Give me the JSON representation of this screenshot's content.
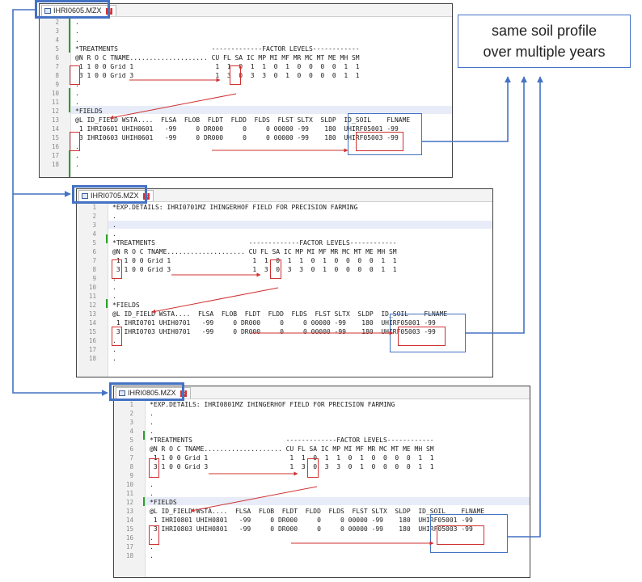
{
  "note": {
    "line1": "same soil profile",
    "line2": "over multiple years"
  },
  "windows": [
    {
      "tab": "IHRI0605.MZX",
      "lines": [
        "2",
        "3",
        "4",
        "5",
        "6",
        "7",
        "8",
        "9",
        "10",
        "11",
        "12",
        "13",
        "14",
        "15",
        "16",
        "17",
        "18"
      ],
      "code": [
        ".",
        ".",
        ".",
        "*TREATMENTS                        -------------FACTOR LEVELS------------",
        "@N R O C TNAME.................... CU FL SA IC MP MI MF MR MC MT ME MH SM",
        " 1 1 0 0 Grid 1                     1  1  0  1  1  0  1  0  0  0  0  1  1",
        " 3 1 0 0 Grid 3                     1  3  0  3  3  0  1  0  0  0  0  1  1",
        ".",
        ".",
        ".",
        "*FIELDS",
        "@L ID_FIELD WSTA....  FLSA  FLOB  FLDT  FLDD  FLDS  FLST SLTX  SLDP  ID_SOIL    FLNAME",
        " 1 IHRI0601 UHIH0601   -99     0 DR000     0     0 00000 -99    180  UHIRF05001 -99",
        " 3 IHRI0603 UHIH0601   -99     0 DR000     0     0 00000 -99    180  UHIRF05003 -99",
        ".",
        ".",
        "."
      ]
    },
    {
      "tab": "IHRI0705.MZX",
      "lines": [
        "1",
        "2",
        "3",
        "4",
        "5",
        "6",
        "7",
        "8",
        "9",
        "10",
        "11",
        "12",
        "13",
        "14",
        "15",
        "16",
        "17",
        "18"
      ],
      "code": [
        "*EXP.DETAILS: IHRI0701MZ IHINGERHOF FIELD FOR PRECISION FARMING",
        ".",
        ".",
        ".",
        "*TREATMENTS                        -------------FACTOR LEVELS------------",
        "@N R O C TNAME.................... CU FL SA IC MP MI MF MR MC MT ME MH SM",
        " 1 1 0 0 Grid 1                     1  1  0  1  1  0  1  0  0  0  0  1  1",
        " 3 1 0 0 Grid 3                     1  3  0  3  3  0  1  0  0  0  0  1  1",
        ".",
        ".",
        ".",
        "*FIELDS",
        "@L ID_FIELD WSTA....  FLSA  FLOB  FLDT  FLDD  FLDS  FLST SLTX  SLDP  ID_SOIL    FLNAME",
        " 1 IHRI0701 UHIH0701   -99     0 DR000     0     0 00000 -99    180  UHIRF05001 -99",
        " 3 IHRI0703 UHIH0701   -99     0 DR000     0     0 00000 -99    180  UHIRF05003 -99",
        ".",
        ".",
        "."
      ]
    },
    {
      "tab": "IHRI0805.MZX",
      "lines": [
        "1",
        "2",
        "3",
        "4",
        "5",
        "6",
        "7",
        "8",
        "9",
        "10",
        "11",
        "12",
        "13",
        "14",
        "15",
        "16",
        "17",
        "18"
      ],
      "code": [
        "*EXP.DETAILS: IHRI0801MZ IHINGERHOF FIELD FOR PRECISION FARMING",
        ".",
        ".",
        ".",
        "*TREATMENTS                        -------------FACTOR LEVELS------------",
        "@N R O C TNAME.................... CU FL SA IC MP MI MF MR MC MT ME MH SM",
        " 1 1 0 0 Grid 1                     1  1  0  1  1  0  1  0  0  0  0  1  1",
        " 3 1 0 0 Grid 3                     1  3  0  3  3  0  1  0  0  0  0  1  1",
        ".",
        ".",
        ".",
        "*FIELDS",
        "@L ID_FIELD WSTA....  FLSA  FLOB  FLDT  FLDD  FLDS  FLST SLTX  SLDP  ID_SOIL    FLNAME",
        " 1 IHRI0801 UHIH0801   -99     0 DR000     0     0 00000 -99    180  UHIRF05001 -99",
        " 3 IHRI0803 UHIH0801   -99     0 DR000     0     0 00000 -99    180  UHIRF05003 -99",
        ".",
        ".",
        "."
      ]
    }
  ]
}
